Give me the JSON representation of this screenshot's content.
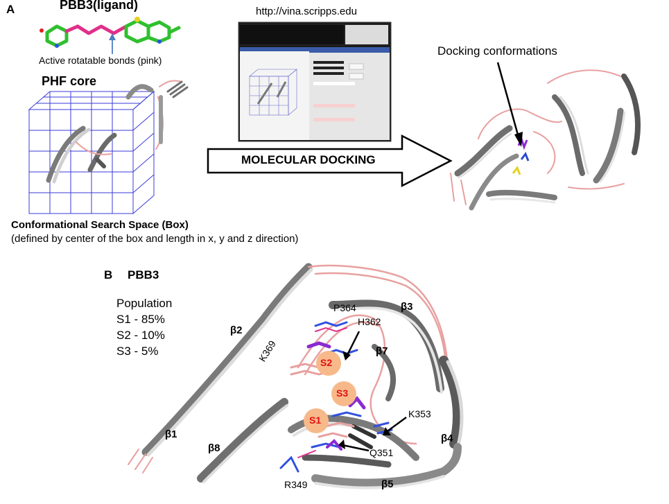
{
  "panel_a": {
    "letter": "A",
    "ligand_title": "PBB3(ligand)",
    "rotatable_note": "Active rotatable bonds (pink)",
    "phf_title": "PHF core",
    "url": "http://vina.scripps.edu",
    "arrow_label": "MOLECULAR DOCKING",
    "docking_label": "Docking conformations",
    "box_title": "Conformational Search Space (Box)",
    "box_desc": "(defined by center of the box and length in x, y and z direction)"
  },
  "panel_b": {
    "letter": "B",
    "title": "PBB3",
    "population": {
      "heading": "Population",
      "rows": [
        "S1 - 85%",
        "S2 - 10%",
        "S3 - 5%"
      ]
    },
    "strands": [
      "β1",
      "β2",
      "β3",
      "β4",
      "β5",
      "β7",
      "β8"
    ],
    "residues": [
      "P364",
      "H362",
      "K369",
      "K353",
      "Q351",
      "R349"
    ],
    "sites": [
      "S1",
      "S2",
      "S3"
    ]
  },
  "colors": {
    "ribbon_gray": "#8a8a8a",
    "ribbon_light": "#d8d8d8",
    "loop_pink": "#e8a0a0",
    "ligand_magenta": "#e0308a",
    "ligand_green": "#2fc02f",
    "site_fill": "#f7b98a",
    "site_text": "#e01010",
    "grid_blue": "#3a3ad8",
    "arrow_blue": "#4d7fc0"
  }
}
